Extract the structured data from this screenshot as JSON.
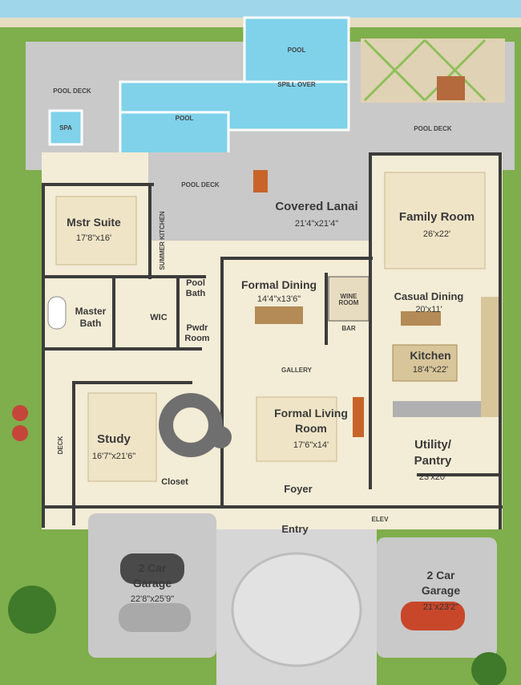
{
  "rooms": {
    "pool_top": "POOL",
    "pool_main": "POOL",
    "spill_over": "SPILL OVER",
    "pool_deck_left": "POOL DECK",
    "pool_deck_right": "POOL DECK",
    "pool_deck_center": "POOL DECK",
    "spa": "SPA",
    "summer_kitchen": "SUMMER KITCHEN",
    "deck": "DECK",
    "covered_lanai": {
      "name": "Covered Lanai",
      "dim": "21'4\"x21'4\""
    },
    "family_room": {
      "name": "Family Room",
      "dim": "26'x22'"
    },
    "mstr_suite": {
      "name": "Mstr Suite",
      "dim": "17'8\"x16'"
    },
    "formal_dining": {
      "name": "Formal Dining",
      "dim": "14'4\"x13'6\""
    },
    "pool_bath_1": "Pool",
    "pool_bath_2": "Bath",
    "pwdr_1": "Pwdr",
    "pwdr_2": "Room",
    "wine_1": "WINE",
    "wine_2": "ROOM",
    "bar": "BAR",
    "casual_dining": {
      "name": "Casual Dining",
      "dim": "20'x11'"
    },
    "master_bath_1": "Master",
    "master_bath_2": "Bath",
    "wic": "WIC",
    "kitchen": {
      "name": "Kitchen",
      "dim": "18'4\"x22'"
    },
    "gallery": "GALLERY",
    "formal_living_1": "Formal Living",
    "formal_living_2": "Room",
    "formal_living_dim": "17'6\"x14'",
    "study": {
      "name": "Study",
      "dim": "16'7\"x21'6\""
    },
    "utility_1": "Utility/",
    "utility_2": "Pantry",
    "utility_dim": "23'x20'",
    "closet": "Closet",
    "foyer": "Foyer",
    "entry": "Entry",
    "elev": "ELEV",
    "garage_left_1": "2 Car",
    "garage_left_2": "Garage",
    "garage_left_dim": "22'8\"x25'9\"",
    "garage_right_1": "2 Car",
    "garage_right_2": "Garage",
    "garage_right_dim": "21'x23'2\""
  },
  "colors": {
    "lawn": "#7fae4c",
    "floor": "#f3ecd6",
    "deck": "#c9c9c9",
    "water": "#7fd2ea",
    "wall": "#3c3c3c",
    "drive": "#d6d6d6"
  }
}
